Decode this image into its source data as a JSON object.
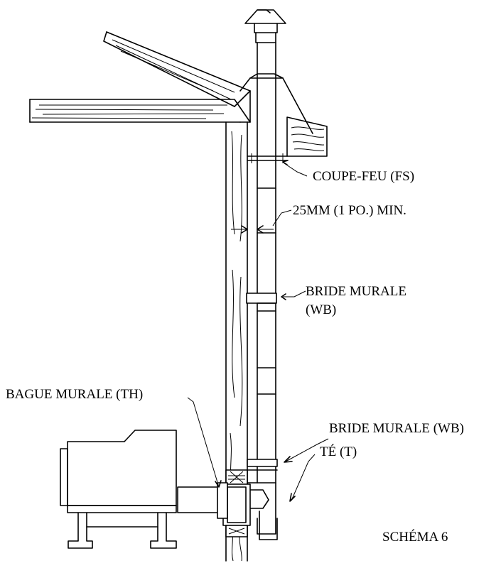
{
  "diagram": {
    "labels": {
      "fire_stop": "COUPE-FEU (FS)",
      "clearance": "25MM (1 PO.) MIN.",
      "wall_band_upper_line1": "BRIDE MURALE",
      "wall_band_upper_line2": "(WB)",
      "wall_thimble": "BAGUE MURALE  (TH)",
      "wall_band_lower": "BRIDE MURALE (WB)",
      "tee": "TÉ (T)",
      "figure": "SCHÉMA 6"
    },
    "colors": {
      "line": "#000000",
      "background": "#ffffff"
    }
  }
}
